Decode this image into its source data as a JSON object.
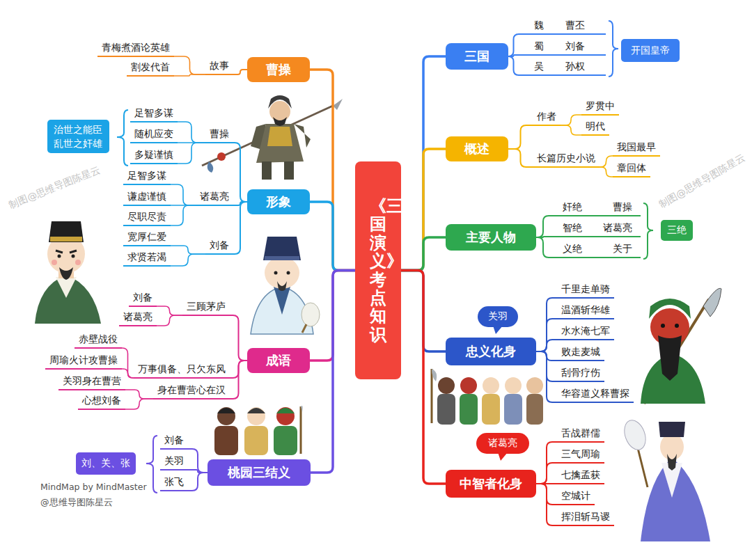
{
  "diagram": {
    "nodes": [
      {
        "text": [
          "《三国演义》考点知识"
        ]
      },
      {
        "text": [
          "三国"
        ]
      },
      {
        "text": [
          "魏",
          "曹丕"
        ]
      },
      {
        "text": [
          "蜀",
          "刘备"
        ]
      },
      {
        "text": [
          "吴",
          "孙权"
        ]
      },
      {
        "text": [
          "开国皇帝"
        ]
      },
      {
        "text": [
          "概述"
        ]
      },
      {
        "text": [
          "作者"
        ]
      },
      {
        "text": [
          "罗贯中"
        ]
      },
      {
        "text": [
          "明代"
        ]
      },
      {
        "text": [
          "长篇历史小说"
        ]
      },
      {
        "text": [
          "我国最早"
        ]
      },
      {
        "text": [
          "章回体"
        ]
      },
      {
        "text": [
          "主要人物"
        ]
      },
      {
        "text": [
          "奸绝",
          "曹操"
        ]
      },
      {
        "text": [
          "智绝",
          "诸葛亮"
        ]
      },
      {
        "text": [
          "义绝",
          "关于"
        ]
      },
      {
        "text": [
          "三绝"
        ]
      },
      {
        "text": [
          "关羽"
        ]
      },
      {
        "text": [
          "忠义化身"
        ]
      },
      {
        "text": [
          "千里走单骑"
        ]
      },
      {
        "text": [
          "温酒斩华雄"
        ]
      },
      {
        "text": [
          "水水淹七军"
        ]
      },
      {
        "text": [
          "败走麦城"
        ]
      },
      {
        "text": [
          "刮骨疗伤"
        ]
      },
      {
        "text": [
          "华容道义释曹探"
        ]
      },
      {
        "text": [
          "诸葛亮"
        ]
      },
      {
        "text": [
          "中智者化身"
        ]
      },
      {
        "text": [
          "舌战群儒"
        ]
      },
      {
        "text": [
          "三气周瑜"
        ]
      },
      {
        "text": [
          "七擒孟获"
        ]
      },
      {
        "text": [
          "空城计"
        ]
      },
      {
        "text": [
          "挥泪斩马谡"
        ]
      },
      {
        "text": [
          "曹操"
        ]
      },
      {
        "text": [
          "故事"
        ]
      },
      {
        "text": [
          "青梅煮酒论英雄"
        ]
      },
      {
        "text": [
          "割发代首"
        ]
      },
      {
        "text": [
          "形象"
        ]
      },
      {
        "text": [
          "曹操"
        ]
      },
      {
        "text": [
          "足智多谋"
        ]
      },
      {
        "text": [
          "随机应变"
        ]
      },
      {
        "text": [
          "多疑谨慎"
        ]
      },
      {
        "text": [
          "治世之能臣 乱世之奸雄"
        ]
      },
      {
        "text": [
          "诸葛亮"
        ]
      },
      {
        "text": [
          "足智多谋"
        ]
      },
      {
        "text": [
          "谦虚谨慎"
        ]
      },
      {
        "text": [
          "尽职尽责"
        ]
      },
      {
        "text": [
          "刘备"
        ]
      },
      {
        "text": [
          "宽厚仁爱"
        ]
      },
      {
        "text": [
          "求贤若渴"
        ]
      },
      {
        "text": [
          "成语"
        ]
      },
      {
        "text": [
          "三顾茅庐"
        ]
      },
      {
        "text": [
          "刘备"
        ]
      },
      {
        "text": [
          "诸葛亮"
        ]
      },
      {
        "text": [
          "万事俱备、只欠东风"
        ]
      },
      {
        "text": [
          "赤壁战役"
        ]
      },
      {
        "text": [
          "周瑜火计攻曹操"
        ]
      },
      {
        "text": [
          "身在曹营心在汉"
        ]
      },
      {
        "text": [
          "关羽身在曹营"
        ]
      },
      {
        "text": [
          "心想刘备"
        ]
      },
      {
        "text": [
          "桃园三结义"
        ]
      },
      {
        "text": [
          "刘备"
        ]
      },
      {
        "text": [
          "关羽"
        ]
      },
      {
        "text": [
          "张飞"
        ]
      },
      {
        "text": [
          "刘、关、张"
        ]
      }
    ],
    "edges": [
      {
        "from": 0,
        "to": 1,
        "arrow": "none"
      },
      {
        "from": 0,
        "to": 6,
        "arrow": "none"
      },
      {
        "from": 0,
        "to": 13,
        "arrow": "none"
      },
      {
        "from": 0,
        "to": 19,
        "arrow": "none"
      },
      {
        "from": 0,
        "to": 27,
        "arrow": "none"
      },
      {
        "from": 0,
        "to": 33,
        "arrow": "none"
      },
      {
        "from": 0,
        "to": 37,
        "arrow": "none"
      },
      {
        "from": 0,
        "to": 50,
        "arrow": "none"
      },
      {
        "from": 0,
        "to": 60,
        "arrow": "none"
      },
      {
        "from": 1,
        "to": 2,
        "arrow": "none"
      },
      {
        "from": 1,
        "to": 3,
        "arrow": "none"
      },
      {
        "from": 1,
        "to": 4,
        "arrow": "none"
      },
      {
        "from": 6,
        "to": 7,
        "arrow": "none"
      },
      {
        "from": 7,
        "to": 8,
        "arrow": "none"
      },
      {
        "from": 7,
        "to": 9,
        "arrow": "none"
      },
      {
        "from": 6,
        "to": 10,
        "arrow": "none"
      },
      {
        "from": 10,
        "to": 11,
        "arrow": "none"
      },
      {
        "from": 10,
        "to": 12,
        "arrow": "none"
      },
      {
        "from": 13,
        "to": 14,
        "arrow": "none"
      },
      {
        "from": 13,
        "to": 15,
        "arrow": "none"
      },
      {
        "from": 13,
        "to": 16,
        "arrow": "none"
      },
      {
        "from": 19,
        "to": 20,
        "arrow": "none"
      },
      {
        "from": 19,
        "to": 21,
        "arrow": "none"
      },
      {
        "from": 19,
        "to": 22,
        "arrow": "none"
      },
      {
        "from": 19,
        "to": 23,
        "arrow": "none"
      },
      {
        "from": 19,
        "to": 24,
        "arrow": "none"
      },
      {
        "from": 19,
        "to": 25,
        "arrow": "none"
      },
      {
        "from": 27,
        "to": 28,
        "arrow": "none"
      },
      {
        "from": 27,
        "to": 29,
        "arrow": "none"
      },
      {
        "from": 27,
        "to": 30,
        "arrow": "none"
      },
      {
        "from": 27,
        "to": 31,
        "arrow": "none"
      },
      {
        "from": 27,
        "to": 32,
        "arrow": "none"
      },
      {
        "from": 33,
        "to": 34,
        "arrow": "none"
      },
      {
        "from": 34,
        "to": 35,
        "arrow": "none"
      },
      {
        "from": 34,
        "to": 36,
        "arrow": "none"
      },
      {
        "from": 37,
        "to": 38,
        "arrow": "none"
      },
      {
        "from": 38,
        "to": 39,
        "arrow": "none"
      },
      {
        "from": 38,
        "to": 40,
        "arrow": "none"
      },
      {
        "from": 38,
        "to": 41,
        "arrow": "none"
      },
      {
        "from": 37,
        "to": 43,
        "arrow": "none"
      },
      {
        "from": 43,
        "to": 44,
        "arrow": "none"
      },
      {
        "from": 43,
        "to": 45,
        "arrow": "none"
      },
      {
        "from": 43,
        "to": 46,
        "arrow": "none"
      },
      {
        "from": 37,
        "to": 47,
        "arrow": "none"
      },
      {
        "from": 47,
        "to": 48,
        "arrow": "none"
      },
      {
        "from": 47,
        "to": 49,
        "arrow": "none"
      },
      {
        "from": 50,
        "to": 51,
        "arrow": "none"
      },
      {
        "from": 51,
        "to": 52,
        "arrow": "none"
      },
      {
        "from": 51,
        "to": 53,
        "arrow": "none"
      },
      {
        "from": 50,
        "to": 54,
        "arrow": "none"
      },
      {
        "from": 54,
        "to": 55,
        "arrow": "none"
      },
      {
        "from": 54,
        "to": 56,
        "arrow": "none"
      },
      {
        "from": 50,
        "to": 57,
        "arrow": "none"
      },
      {
        "from": 57,
        "to": 58,
        "arrow": "none"
      },
      {
        "from": 57,
        "to": 59,
        "arrow": "none"
      },
      {
        "from": 60,
        "to": 61,
        "arrow": "none"
      },
      {
        "from": 60,
        "to": 62,
        "arrow": "none"
      },
      {
        "from": 60,
        "to": 63,
        "arrow": "none"
      }
    ],
    "labels": [
      "制图@思维导图陈星云",
      "制图@思维导图陈星云",
      "MindMap by MindMaster",
      "@思维导图陈星云"
    ]
  }
}
